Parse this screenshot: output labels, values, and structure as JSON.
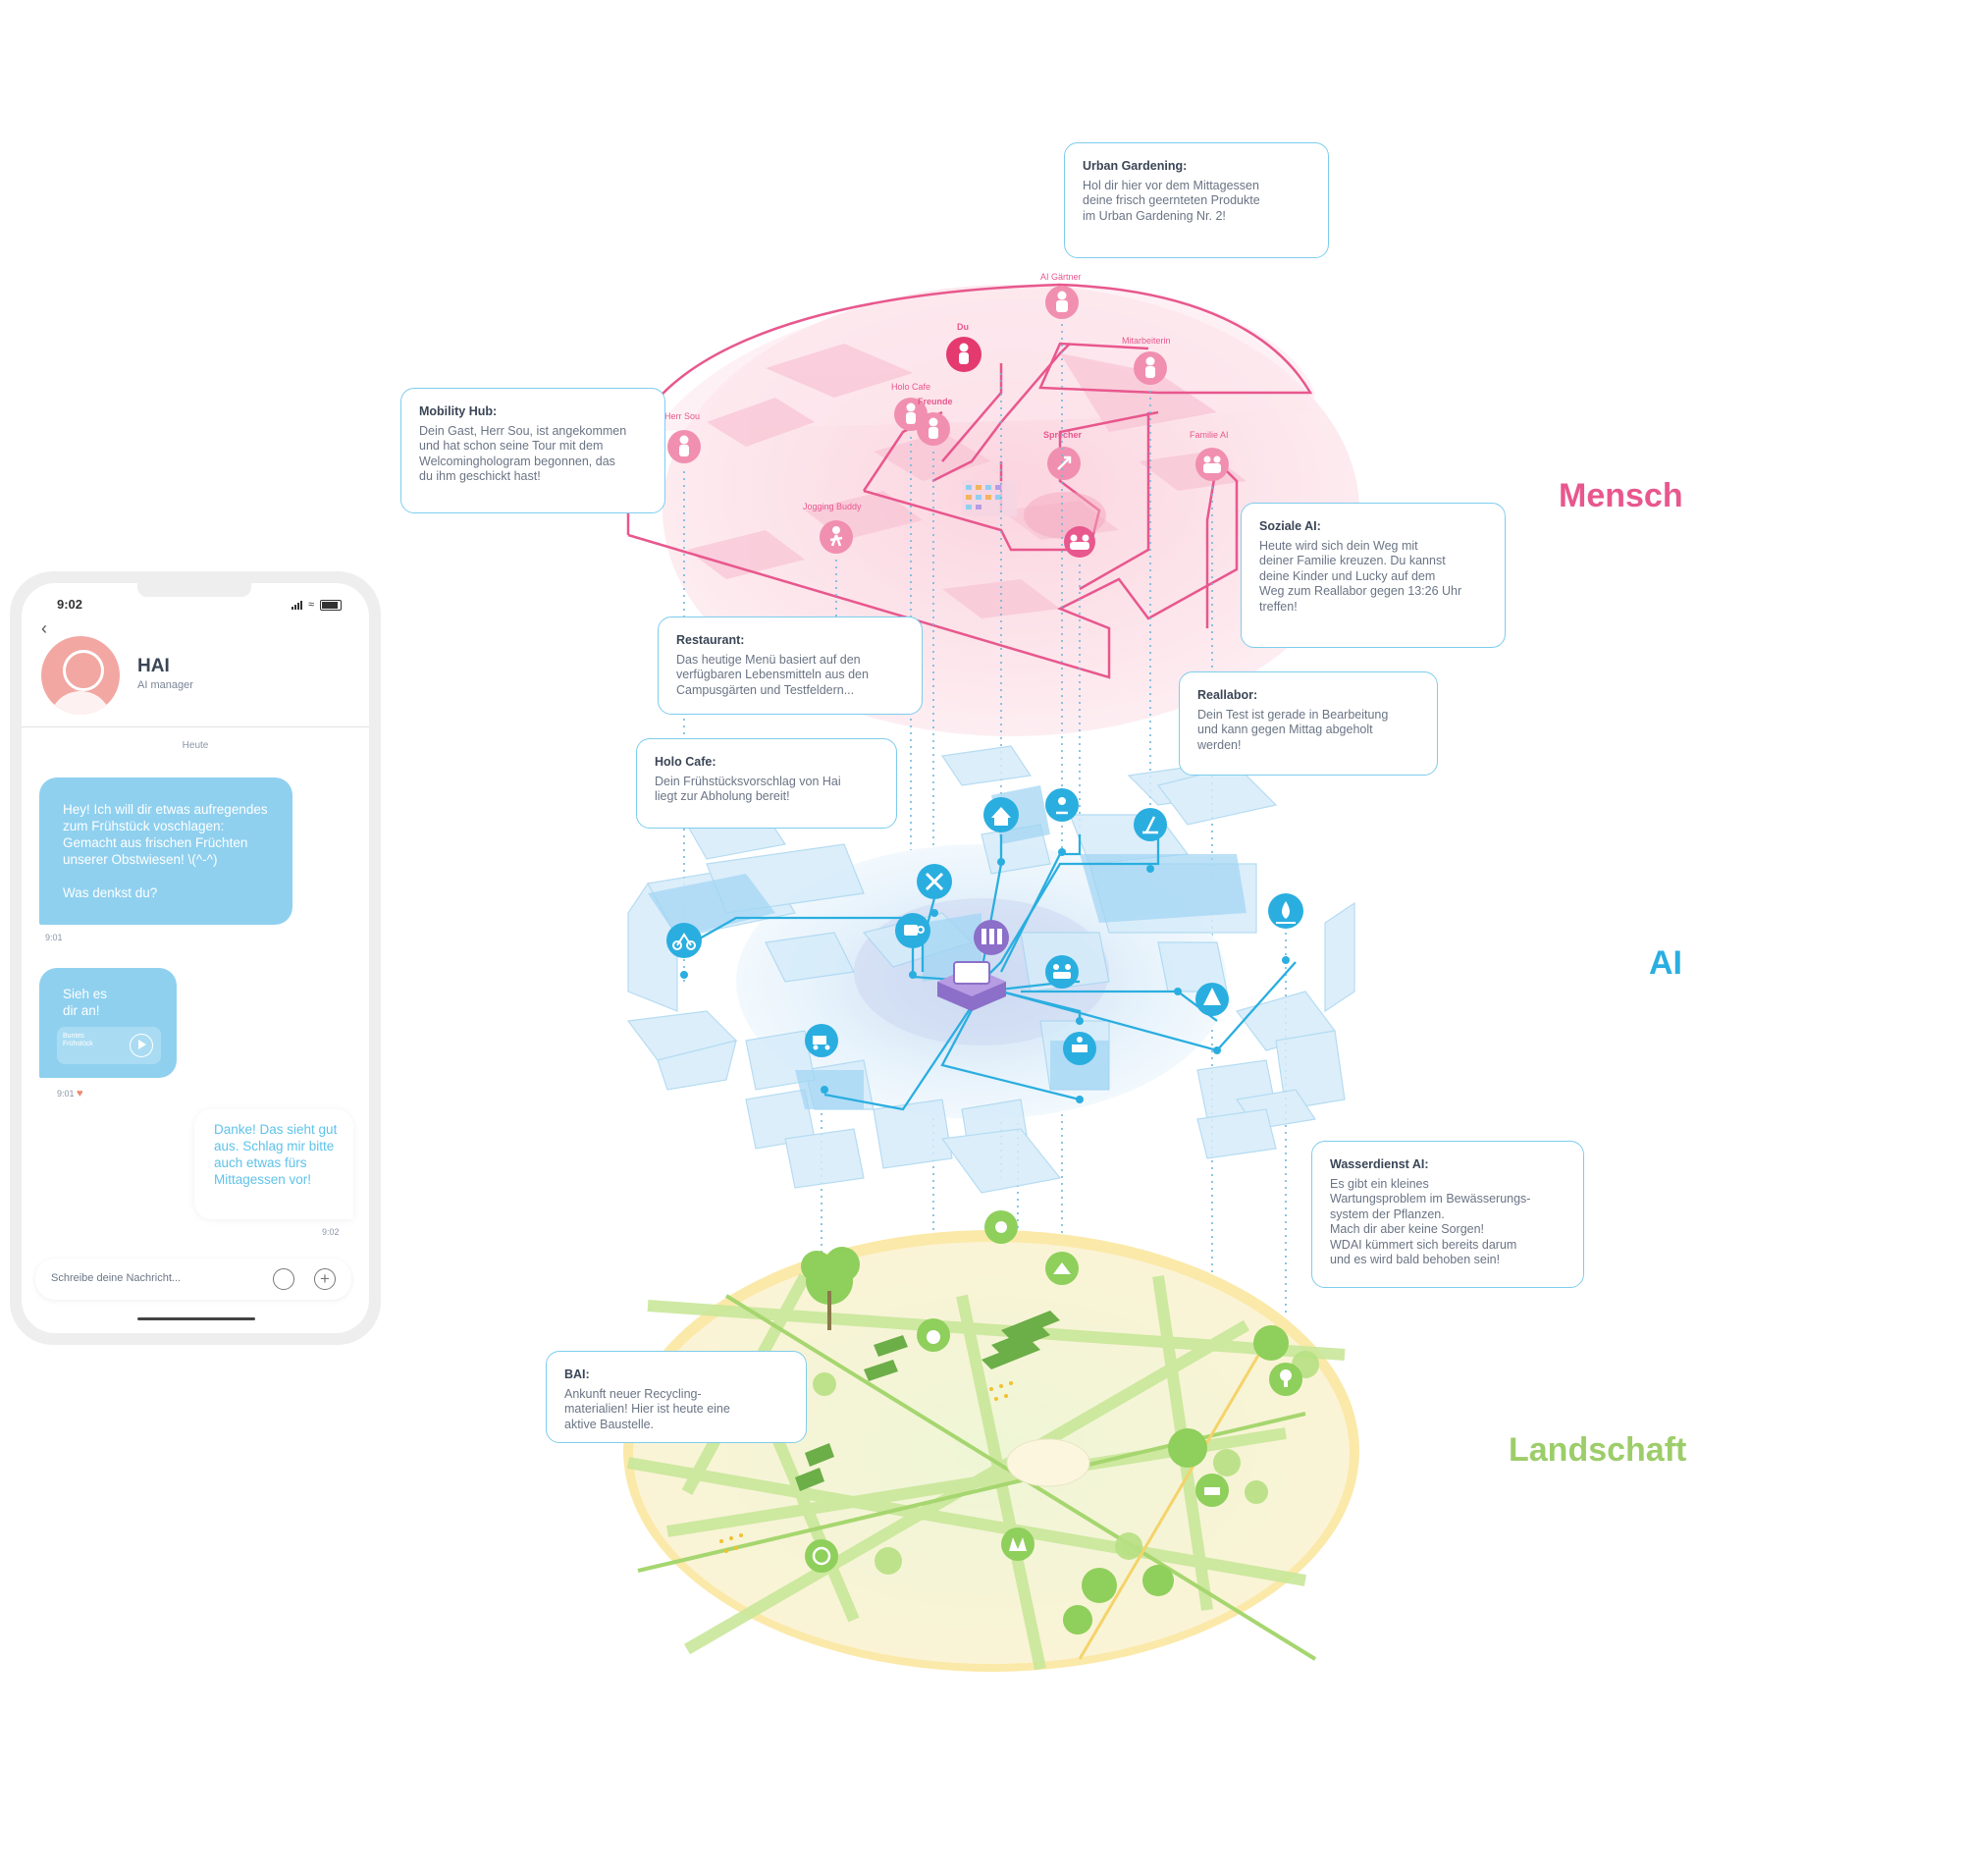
{
  "phone": {
    "time": "9:02",
    "contact_name": "HAI",
    "contact_role": "AI manager",
    "date_separator": "Heute",
    "messages": [
      {
        "text": "Hey! Ich will dir etwas aufregendes zum Frühstück voschlagen:\nGemacht aus frischen Früchten unserer Obstwiesen!   \\(^-^)\n\nWas denkst du?",
        "time": "9:01"
      },
      {
        "text": "Sieh es\ndir an!",
        "card_title": "Buntes\nFrühstück",
        "time": "9:01"
      },
      {
        "text": "Danke! Das sieht gut aus. Schlag mir bitte auch etwas fürs Mittagessen vor!",
        "time": "9:02"
      }
    ],
    "composer_placeholder": "Schreibe deine Nachricht..."
  },
  "layers": {
    "mensch": "Mensch",
    "ai": "AI",
    "landschaft": "Landschaft"
  },
  "callouts": {
    "urban_gardening": {
      "title": "Urban Gardening:",
      "body": "Hol dir hier vor dem Mittagessen\ndeine frisch geernteten Produkte\nim Urban Gardening Nr. 2!"
    },
    "mobility_hub": {
      "title": "Mobility Hub:",
      "body": "Dein Gast, Herr Sou, ist angekommen\nund hat schon seine Tour mit dem\nWelcominghologram begonnen, das\ndu ihm geschickt hast!"
    },
    "soziale_ai": {
      "title": "Soziale AI:",
      "body": "Heute wird sich dein Weg mit\ndeiner Familie kreuzen. Du kannst\ndeine Kinder und Lucky auf dem\nWeg zum Reallabor gegen 13:26 Uhr\ntreffen!"
    },
    "restaurant": {
      "title": "Restaurant:",
      "body": "Das heutige Menü basiert auf den\nverfügbaren Lebensmitteln aus den\nCampusgärten und Testfeldern..."
    },
    "reallabor": {
      "title": "Reallabor:",
      "body": "Dein Test ist gerade in Bearbeitung\nund kann gegen Mittag abgeholt\nwerden!"
    },
    "holo_cafe": {
      "title": "Holo Cafe:",
      "body": "Dein Frühstücksvorschlag von Hai\nliegt zur Abholung bereit!"
    },
    "wasserdienst": {
      "title": "Wasserdienst AI:",
      "body": "Es gibt ein kleines\nWartungsproblem im Bewässerungs-\nsystem der Pflanzen.\nMach dir aber keine Sorgen!\nWDAI kümmert sich bereits darum\nund es wird bald behoben sein!"
    },
    "bai": {
      "title": "BAI:",
      "body": "Ankunft neuer Recycling-\nmaterialien! Hier ist heute eine\naktive Baustelle."
    }
  },
  "mensch_nodes": {
    "ai_gaertner": "AI Gärtner",
    "du": "Du",
    "mitarbeiterin": "Mitarbeiterin",
    "holo_cafe": "Holo Cafe",
    "freunde": "Freunde",
    "herr_sou": "Herr Sou",
    "sprecher": "Sprecher",
    "familie_ai": "Familie AI",
    "jogging_buddy": "Jogging Buddy"
  },
  "colors": {
    "mensch": "#e8578d",
    "ai": "#2aaee0",
    "landschaft": "#9dcd6a",
    "chat_bubble": "#8fd0ef",
    "callout_border": "#7dcdee"
  }
}
